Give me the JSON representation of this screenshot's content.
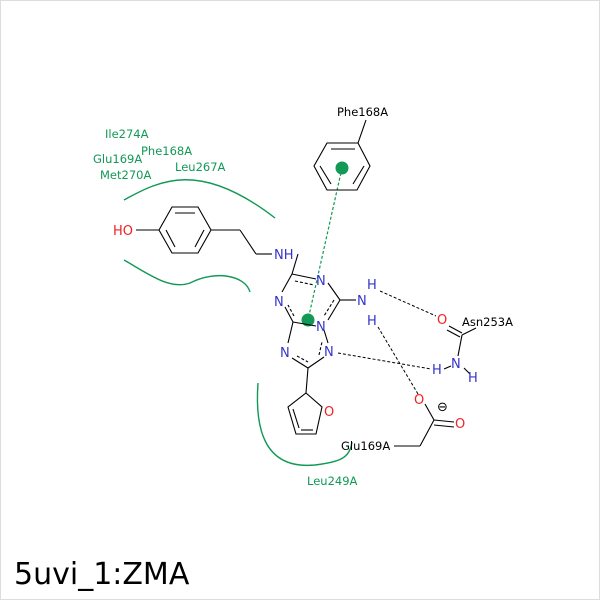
{
  "caption": "5uvi_1:ZMA",
  "colors": {
    "bond": "#000000",
    "nitrogen": "#3333cc",
    "oxygen": "#ee2222",
    "hydrophobic": "#119955",
    "hbond": "#000000",
    "background": "#ffffff"
  },
  "residues": {
    "phe168_top": "Phe168A",
    "ile274": "Ile274A",
    "phe168": "Phe168A",
    "glu169": "Glu169A",
    "leu267": "Leu267A",
    "met270": "Met270A",
    "asn253": "Asn253A",
    "glu169_bottom": "Glu169A",
    "leu249": "Leu249A"
  },
  "atoms": {
    "ho": "HO",
    "nh_linker": "NH",
    "n_ring_1": "N",
    "n_ring_2": "N",
    "n_ring_3": "N",
    "n_ring_4": "N",
    "n_ring_5": "N",
    "n_amine": "N",
    "h_amine_1": "H",
    "h_amine_2": "H",
    "o_furan": "O",
    "o_asn": "O",
    "n_asn": "N",
    "h_asn_1": "H",
    "h_asn_2": "H",
    "o_glu_1": "O",
    "o_glu_2": "O",
    "charge": "⊖"
  }
}
